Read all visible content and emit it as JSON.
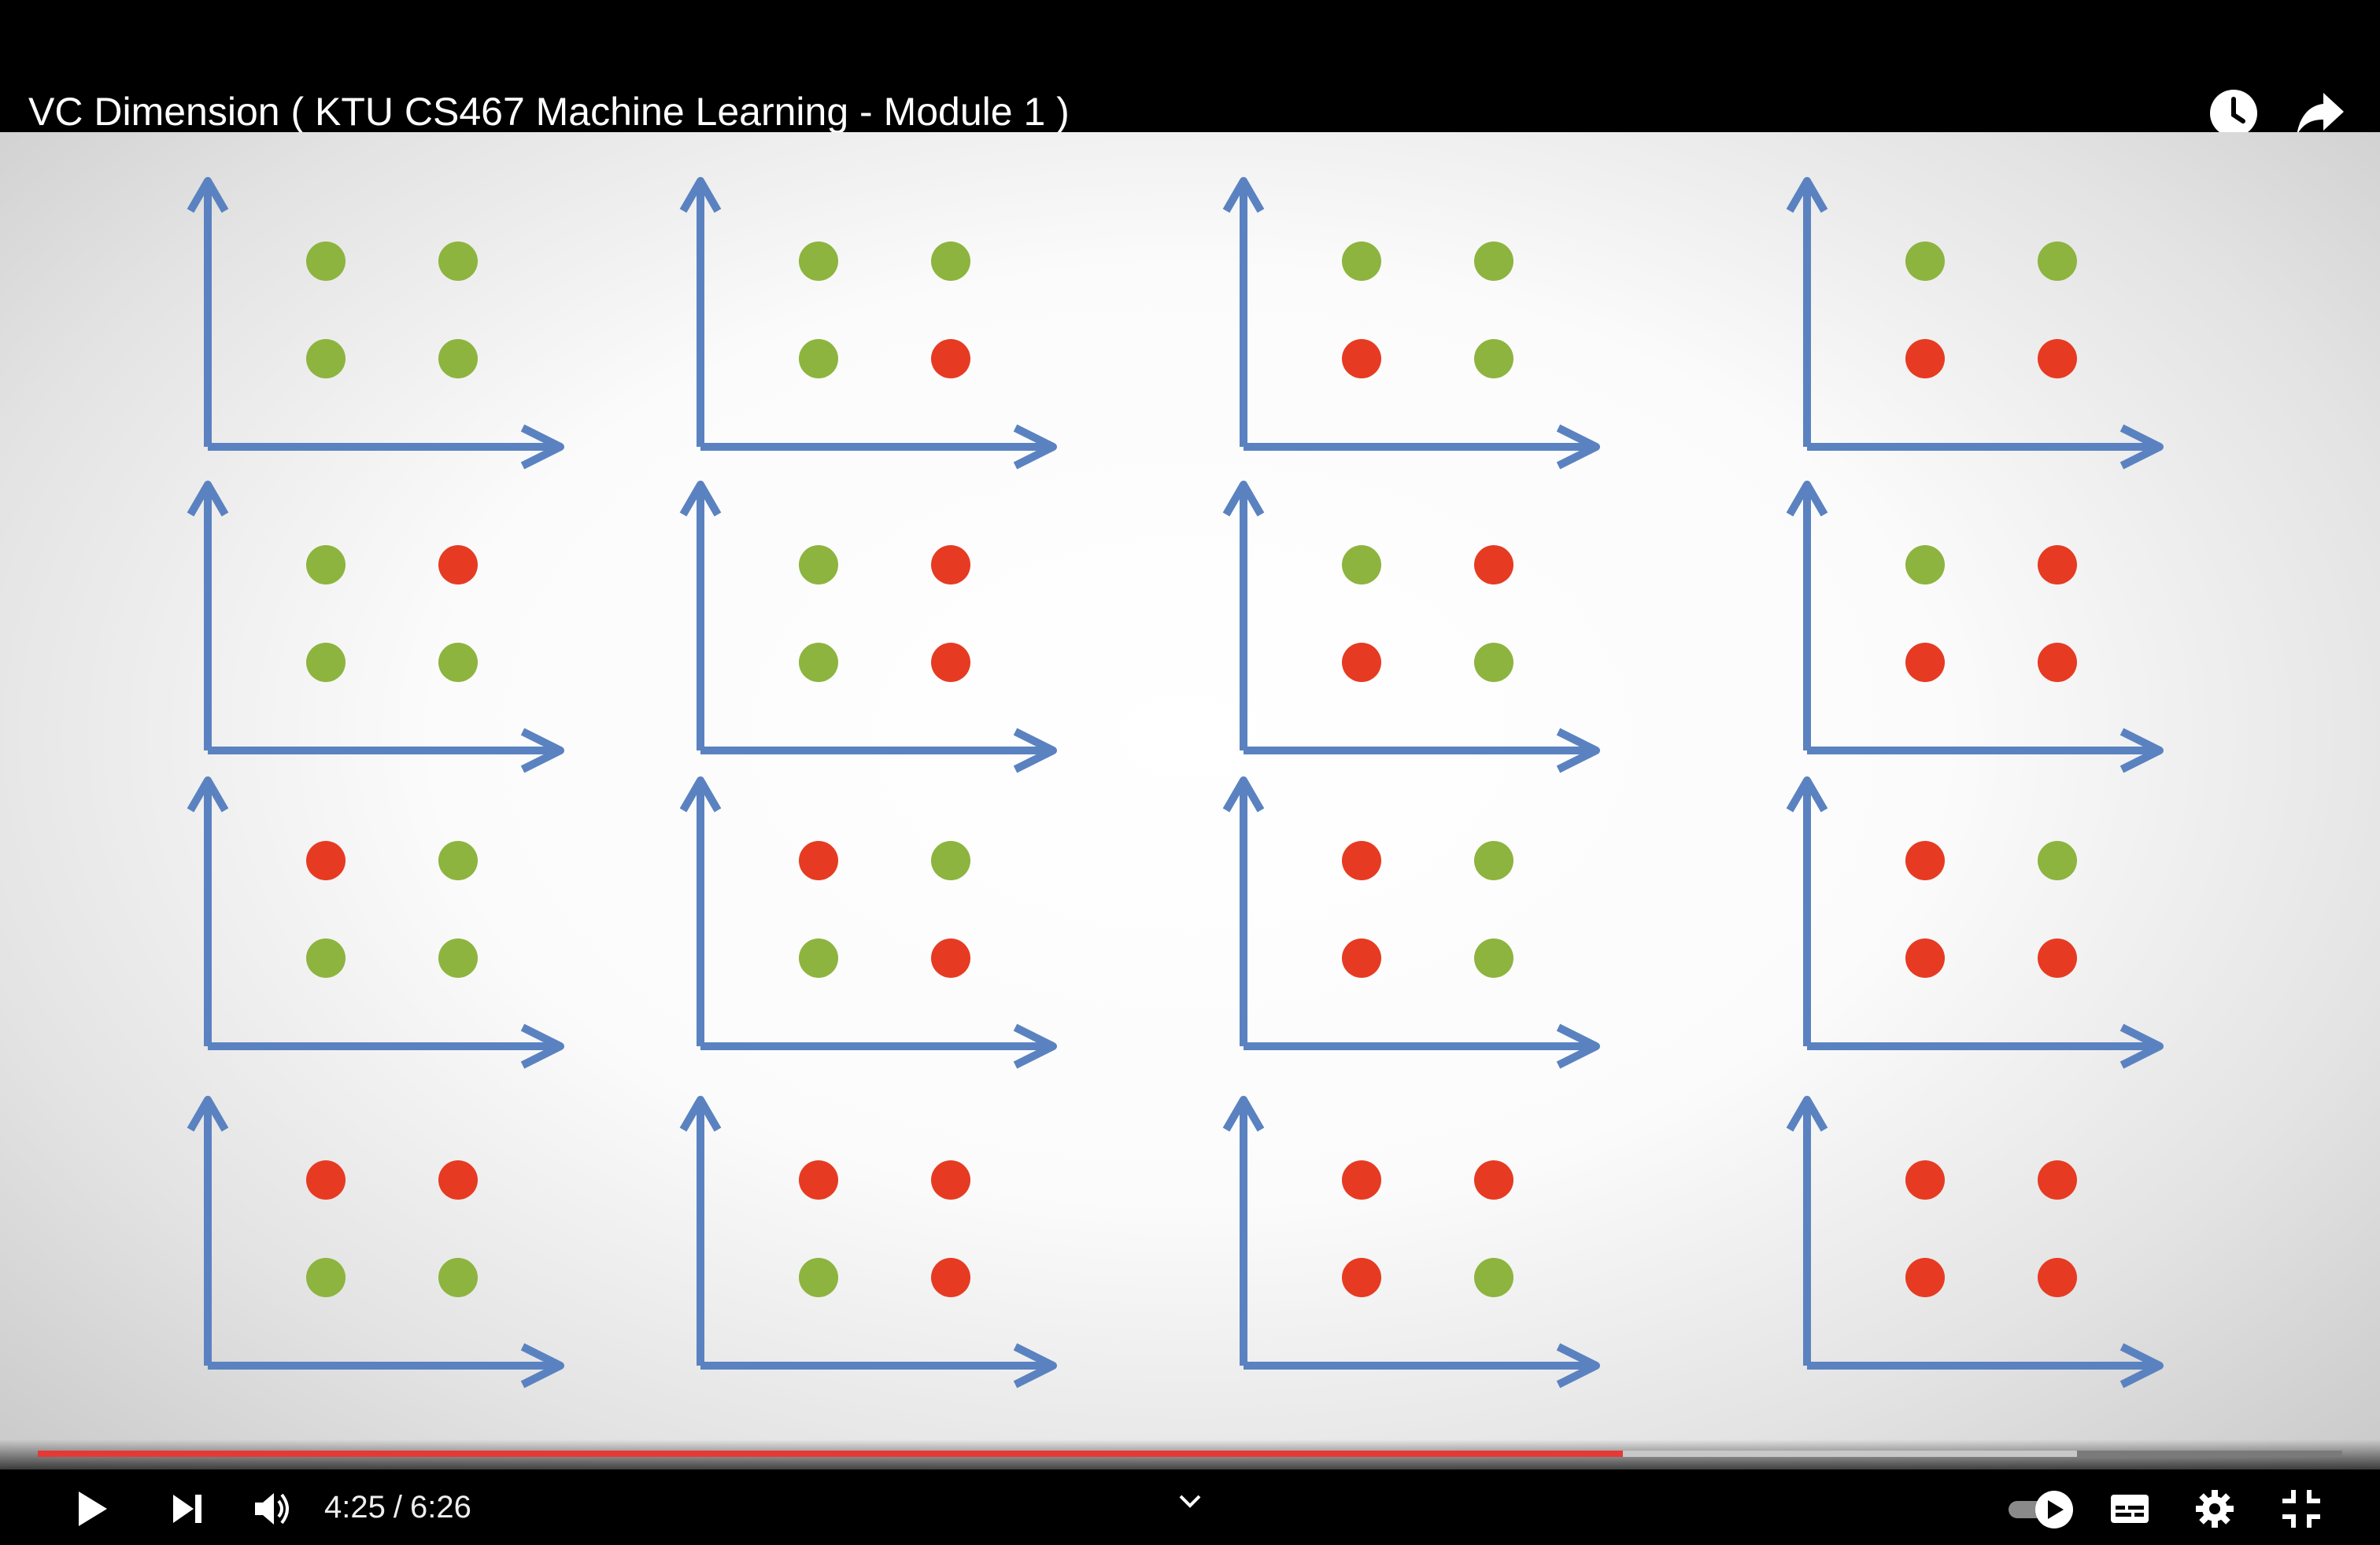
{
  "video": {
    "title": "VC Dimension ( KTU CS467 Machine Learning - Module 1 )",
    "current_time": "4:25",
    "duration": "6:26",
    "time_separator": "/",
    "progress_played_fraction": 0.688,
    "progress_buffered_fraction": 0.885
  },
  "top_actions": [
    {
      "name": "watch-later-icon"
    },
    {
      "name": "share-icon"
    }
  ],
  "controls": {
    "left": [
      "play-icon",
      "next-icon",
      "volume-icon"
    ],
    "right": [
      "autoplay-toggle-icon",
      "subtitles-icon",
      "settings-icon",
      "exit-fullscreen-icon"
    ],
    "center": "chevron-down-icon"
  },
  "colors": {
    "axis": "#5b82c0",
    "positive_point": "#8db43f",
    "negative_point": "#e63b22",
    "progress_played": "#e53935"
  },
  "slide": {
    "description_free": true,
    "labelings": [
      [
        "+",
        "+",
        "+",
        "+"
      ],
      [
        "+",
        "+",
        "+",
        "-"
      ],
      [
        "+",
        "+",
        "-",
        "+"
      ],
      [
        "+",
        "+",
        "-",
        "-"
      ],
      [
        "+",
        "-",
        "+",
        "+"
      ],
      [
        "+",
        "-",
        "+",
        "-"
      ],
      [
        "+",
        "-",
        "-",
        "+"
      ],
      [
        "+",
        "-",
        "-",
        "-"
      ],
      [
        "-",
        "+",
        "+",
        "+"
      ],
      [
        "-",
        "+",
        "+",
        "-"
      ],
      [
        "-",
        "+",
        "-",
        "+"
      ],
      [
        "-",
        "+",
        "-",
        "-"
      ],
      [
        "-",
        "-",
        "+",
        "+"
      ],
      [
        "-",
        "-",
        "+",
        "-"
      ],
      [
        "-",
        "-",
        "-",
        "+"
      ],
      [
        "-",
        "-",
        "-",
        "-"
      ]
    ]
  }
}
